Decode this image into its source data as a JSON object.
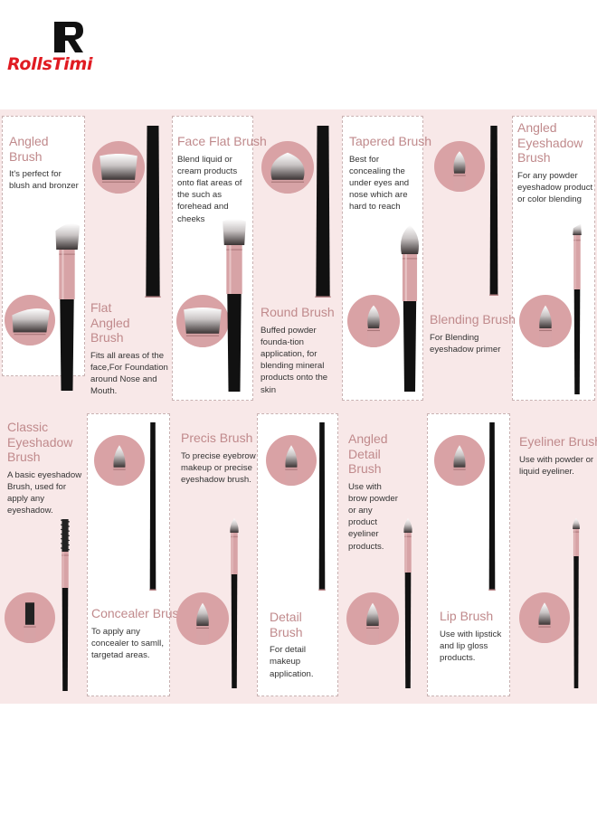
{
  "brand": {
    "name_part1": "Rolls",
    "name_part2": "Timi",
    "mark": "R",
    "colors": {
      "red": "#e01b22",
      "dark": "#111111"
    }
  },
  "colors": {
    "board_bg": "#f8e8e8",
    "title_pink": "#c08a8c",
    "circle_pink": "#d9a2a5",
    "ferrule_pink": "#d7a3a6",
    "handle_black": "#111111"
  },
  "brushes": [
    {
      "title": "Angled Brush",
      "desc": "It's perfect for blush and bronzer"
    },
    {
      "title": "Flat Angled Brush",
      "desc": "Fits all areas of the face,For Foundation around Nose and Mouth."
    },
    {
      "title": "Face Flat Brush",
      "desc": "Blend liquid or cream products onto flat areas of the such as forehead and cheeks"
    },
    {
      "title": "Round Brush",
      "desc": "Buffed powder founda-tion application, for blending mineral products onto the skin"
    },
    {
      "title": "Tapered Brush",
      "desc": "Best for concealing the under eyes and nose which are hard to reach"
    },
    {
      "title": "Blending Brush",
      "desc": "For Blending eyeshadow primer"
    },
    {
      "title": "Angled Eyeshadow Brush",
      "desc": "For any powder eyeshadow product or color blending"
    },
    {
      "title": "Classic Eyeshadow Brush",
      "desc": "A basic eyeshadow Brush, used for apply any eyeshadow."
    },
    {
      "title": "Concealer Brush",
      "desc": "To apply any concealer to samll, targetad areas."
    },
    {
      "title": "Precis Brush",
      "desc": "To precise eyebrow makeup or precise eyeshadow brush."
    },
    {
      "title": "Detail Brush",
      "desc": "For detail makeup application."
    },
    {
      "title": "Angled Detail Brush",
      "desc": "Use with brow powder or any product eyeliner products."
    },
    {
      "title": "Lip Brush",
      "desc": "Use with lipstick and lip gloss products."
    },
    {
      "title": "Eyeliner Brush",
      "desc": "Use with powder or liquid eyeliner."
    }
  ]
}
